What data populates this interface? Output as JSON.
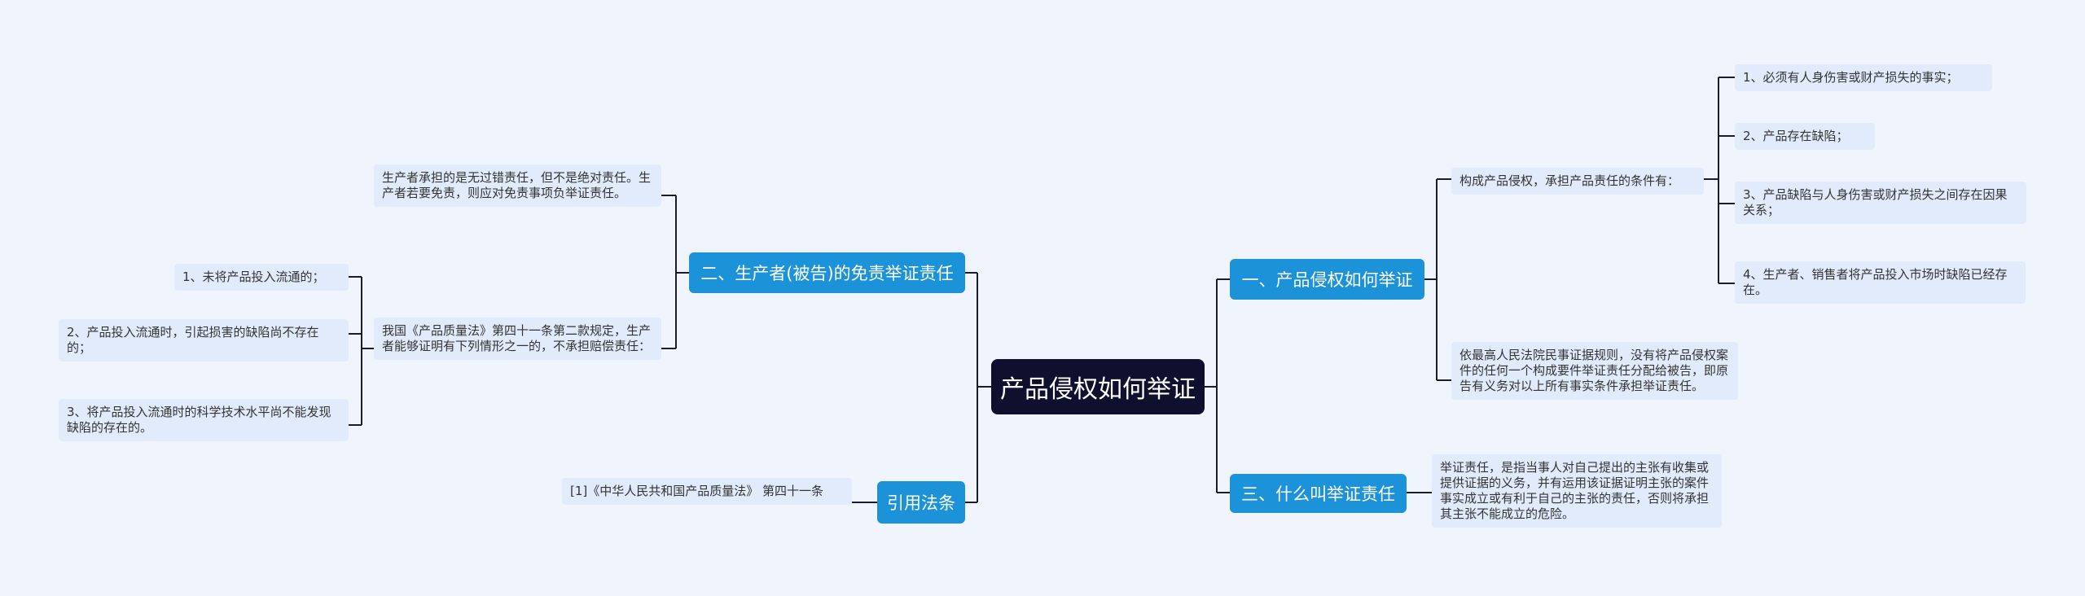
{
  "root": "产品侵权如何举证",
  "branches": {
    "b1": "一、产品侵权如何举证",
    "b2": "二、生产者(被告)的免责举证责任",
    "b3": "三、什么叫举证责任",
    "b4": "引用法条"
  },
  "b1_children": {
    "conditions": "构成产品侵权，承担产品责任的条件有：",
    "cond_items": [
      "1、必须有人身伤害或财产损失的事实；",
      "2、产品存在缺陷；",
      "3、产品缺陷与人身伤害或财产损失之间存在因果关系；",
      "4、生产者、销售者将产品投入市场时缺陷已经存在。"
    ],
    "rule": "依最高人民法院民事证据规则，没有将产品侵权案件的任何一个构成要件举证责任分配给被告，即原告有义务对以上所有事实条件承担举证责任。"
  },
  "b2_children": {
    "fault": "生产者承担的是无过错责任，但不是绝对责任。生产者若要免责，则应对免责事项负举证责任。",
    "law": "我国《产品质量法》第四十一条第二款规定，生产者能够证明有下列情形之一的，不承担赔偿责任：",
    "law_items": [
      "1、未将产品投入流通的；",
      "2、产品投入流通时，引起损害的缺陷尚不存在的；",
      "3、将产品投入流通时的科学技术水平尚不能发现缺陷的存在的。"
    ]
  },
  "b3_children": {
    "definition": "举证责任，是指当事人对自己提出的主张有收集或提供证据的义务，并有运用该证据证明主张的案件事实成立或有利于自己的主张的责任，否则将承担其主张不能成立的危险。"
  },
  "b4_children": {
    "citation": "[1]《中华人民共和国产品质量法》 第四十一条"
  }
}
